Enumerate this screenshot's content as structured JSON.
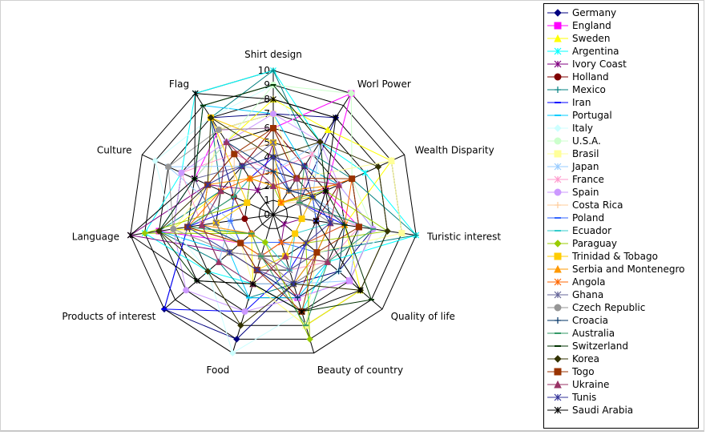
{
  "chart_data": {
    "type": "radar",
    "axes": [
      "Shirt design",
      "Worl Power",
      "Wealth Disparity",
      "Turistic interest",
      "Quality of life",
      "Beauty of country",
      "Food",
      "Products of interest",
      "Language",
      "Culture",
      "Flag"
    ],
    "ticks": [
      "0",
      "1",
      "2",
      "3",
      "4",
      "5",
      "6",
      "7",
      "8",
      "9",
      "10"
    ],
    "rlim": [
      0,
      10
    ],
    "legend_position": "right",
    "series": [
      {
        "name": "Germany",
        "color": "#000080",
        "marker": "diamond",
        "values": [
          7,
          8,
          2,
          7,
          6,
          5,
          9,
          10,
          6,
          3,
          8
        ]
      },
      {
        "name": "England",
        "color": "#ff00ff",
        "marker": "square",
        "values": [
          6,
          10,
          4,
          6,
          7,
          6,
          4,
          3,
          8,
          6,
          7
        ]
      },
      {
        "name": "Sweden",
        "color": "#ffff00",
        "marker": "triangle",
        "values": [
          8,
          7,
          9,
          5,
          8,
          8,
          5,
          2,
          7,
          4,
          6
        ]
      },
      {
        "name": "Argentina",
        "color": "#00ffff",
        "marker": "x",
        "values": [
          10,
          6,
          7,
          10,
          5,
          7,
          5,
          6,
          9,
          7,
          10
        ]
      },
      {
        "name": "Ivory Coast",
        "color": "#800080",
        "marker": "x",
        "values": [
          5,
          2,
          3,
          2,
          1,
          2,
          3,
          4,
          10,
          5,
          2
        ]
      },
      {
        "name": "Holland",
        "color": "#800000",
        "marker": "circle",
        "values": [
          6,
          4,
          5,
          3,
          4,
          6,
          3,
          2,
          2,
          3,
          4
        ]
      },
      {
        "name": "Mexico",
        "color": "#008080",
        "marker": "plus",
        "values": [
          10,
          5,
          6,
          10,
          4,
          5,
          6,
          5,
          8,
          4,
          8
        ]
      },
      {
        "name": "Iran",
        "color": "#0000ff",
        "marker": "dash",
        "values": [
          4,
          3,
          2,
          5,
          3,
          4,
          7,
          10,
          6,
          2,
          3
        ]
      },
      {
        "name": "Portugal",
        "color": "#00ccff",
        "marker": "dash",
        "values": [
          7,
          4,
          5,
          7,
          5,
          6,
          6,
          4,
          8,
          6,
          9
        ]
      },
      {
        "name": "Italy",
        "color": "#ccffff",
        "marker": "diamond",
        "values": [
          9,
          5,
          4,
          8,
          6,
          7,
          10,
          6,
          7,
          9,
          8
        ]
      },
      {
        "name": "U.S.A.",
        "color": "#ccffcc",
        "marker": "circle",
        "values": [
          9,
          10,
          6,
          7,
          5,
          4,
          2,
          3,
          4,
          6,
          6
        ]
      },
      {
        "name": "Brasil",
        "color": "#ffff99",
        "marker": "square",
        "values": [
          7,
          3,
          9,
          9,
          4,
          8,
          5,
          3,
          7,
          5,
          7
        ]
      },
      {
        "name": "Japan",
        "color": "#99ccff",
        "marker": "x",
        "values": [
          3,
          6,
          3,
          6,
          7,
          5,
          5,
          5,
          3,
          8,
          4
        ]
      },
      {
        "name": "France",
        "color": "#ff99cc",
        "marker": "x",
        "values": [
          3,
          5,
          2,
          6,
          5,
          4,
          3,
          2,
          5,
          7,
          5
        ]
      },
      {
        "name": "Spain",
        "color": "#cc99ff",
        "marker": "circle",
        "values": [
          7,
          6,
          5,
          7,
          7,
          6,
          7,
          8,
          7,
          7,
          6
        ]
      },
      {
        "name": "Costa Rica",
        "color": "#ffcc99",
        "marker": "plus",
        "values": [
          5,
          1,
          2,
          4,
          3,
          5,
          3,
          2,
          6,
          3,
          5
        ]
      },
      {
        "name": "Poland",
        "color": "#3366ff",
        "marker": "dash",
        "values": [
          4,
          2,
          3,
          3,
          4,
          2,
          2,
          3,
          3,
          3,
          4
        ]
      },
      {
        "name": "Ecuador",
        "color": "#33cccc",
        "marker": "dash",
        "values": [
          3,
          1,
          3,
          4,
          2,
          4,
          2,
          2,
          6,
          3,
          3
        ]
      },
      {
        "name": "Paraguay",
        "color": "#99cc00",
        "marker": "diamond",
        "values": [
          2,
          1,
          4,
          8,
          3,
          9,
          2,
          2,
          9,
          2,
          3
        ]
      },
      {
        "name": "Trinidad & Tobago",
        "color": "#ffcc00",
        "marker": "square",
        "values": [
          5,
          1,
          3,
          2,
          2,
          3,
          4,
          4,
          4,
          2,
          8
        ]
      },
      {
        "name": "Serbia and Montenegro",
        "color": "#ff9900",
        "marker": "triangle",
        "values": [
          2,
          2,
          5,
          4,
          4,
          5,
          3,
          2,
          5,
          5,
          3
        ]
      },
      {
        "name": "Angola",
        "color": "#ff6600",
        "marker": "x",
        "values": [
          3,
          1,
          6,
          5,
          3,
          2,
          3,
          3,
          6,
          4,
          3
        ]
      },
      {
        "name": "Ghana",
        "color": "#666699",
        "marker": "x",
        "values": [
          5,
          2,
          4,
          3,
          4,
          4,
          3,
          4,
          4,
          6,
          4
        ]
      },
      {
        "name": "Czech Republic",
        "color": "#969696",
        "marker": "circle",
        "values": [
          6,
          3,
          2,
          4,
          5,
          5,
          3,
          4,
          7,
          8,
          7
        ]
      },
      {
        "name": "Croacia",
        "color": "#003366",
        "marker": "plus",
        "values": [
          3,
          2,
          3,
          5,
          6,
          6,
          4,
          3,
          5,
          4,
          6
        ]
      },
      {
        "name": "Australia",
        "color": "#339966",
        "marker": "dash",
        "values": [
          4,
          4,
          2,
          7,
          5,
          8,
          3,
          2,
          6,
          3,
          4
        ]
      },
      {
        "name": "Switzerland",
        "color": "#003300",
        "marker": "dash",
        "values": [
          9,
          6,
          4,
          5,
          9,
          7,
          5,
          7,
          8,
          6,
          9
        ]
      },
      {
        "name": "Korea",
        "color": "#333300",
        "marker": "diamond",
        "values": [
          4,
          6,
          8,
          8,
          8,
          5,
          8,
          6,
          8,
          5,
          8
        ]
      },
      {
        "name": "Togo",
        "color": "#993300",
        "marker": "square",
        "values": [
          6,
          3,
          6,
          6,
          4,
          7,
          4,
          3,
          6,
          5,
          5
        ]
      },
      {
        "name": "Ukraine",
        "color": "#993366",
        "marker": "triangle",
        "values": [
          2,
          3,
          5,
          4,
          5,
          3,
          5,
          5,
          5,
          4,
          6
        ]
      },
      {
        "name": "Tunis",
        "color": "#333399",
        "marker": "x",
        "values": [
          4,
          4,
          3,
          4,
          3,
          5,
          4,
          4,
          6,
          5,
          4
        ]
      },
      {
        "name": "Saudi Arabia",
        "color": "#000000",
        "marker": "x",
        "values": [
          8,
          8,
          4,
          3,
          8,
          7,
          5,
          7,
          10,
          6,
          10
        ]
      }
    ]
  }
}
